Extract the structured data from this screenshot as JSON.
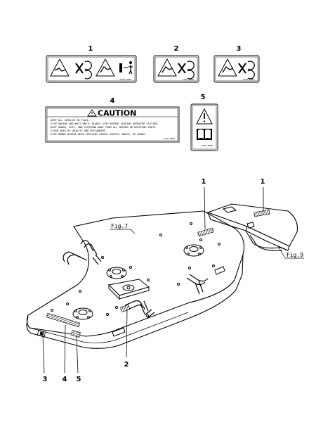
{
  "decals": [
    {
      "number": "1",
      "code": "TY00-0000"
    },
    {
      "number": "2",
      "code": "TY00-0000"
    },
    {
      "number": "3",
      "code": "TY00-0000"
    },
    {
      "number": "4",
      "code": "TY00-0000"
    },
    {
      "number": "5",
      "code": "TY00-0000"
    }
  ],
  "caution": {
    "title": "CAUTION",
    "lines": [
      "-KEEP ALL SHIELDS IN PLACE.",
      "-STOP ENGINE AND WAIT UNTIL BLADES STOP BEFORE LEAVING OPERATOR STATION.",
      "-KEEP HANDS, FEET, AND CLOTHING AWAY FROM ALL MOVING OR ROTATING PARTS.",
      "-CLEAR AREA OF OBJECTS AND BYSTANDERS.",
      "-STOP MOWER BLADES WHEN CROSSING GRAVEL DRIVES, WALKS, OR ROADS."
    ]
  },
  "callouts": {
    "top_left": "1",
    "top_right": "1",
    "bottom_2": "2",
    "bottom_3": "3",
    "bottom_4": "4",
    "bottom_5": "5"
  },
  "refs": {
    "fig7": "Fig.7",
    "fig9": "Fig.9"
  },
  "colors": {
    "ink": "#000000",
    "paper": "#ffffff",
    "shade": "#bdbdbd"
  }
}
